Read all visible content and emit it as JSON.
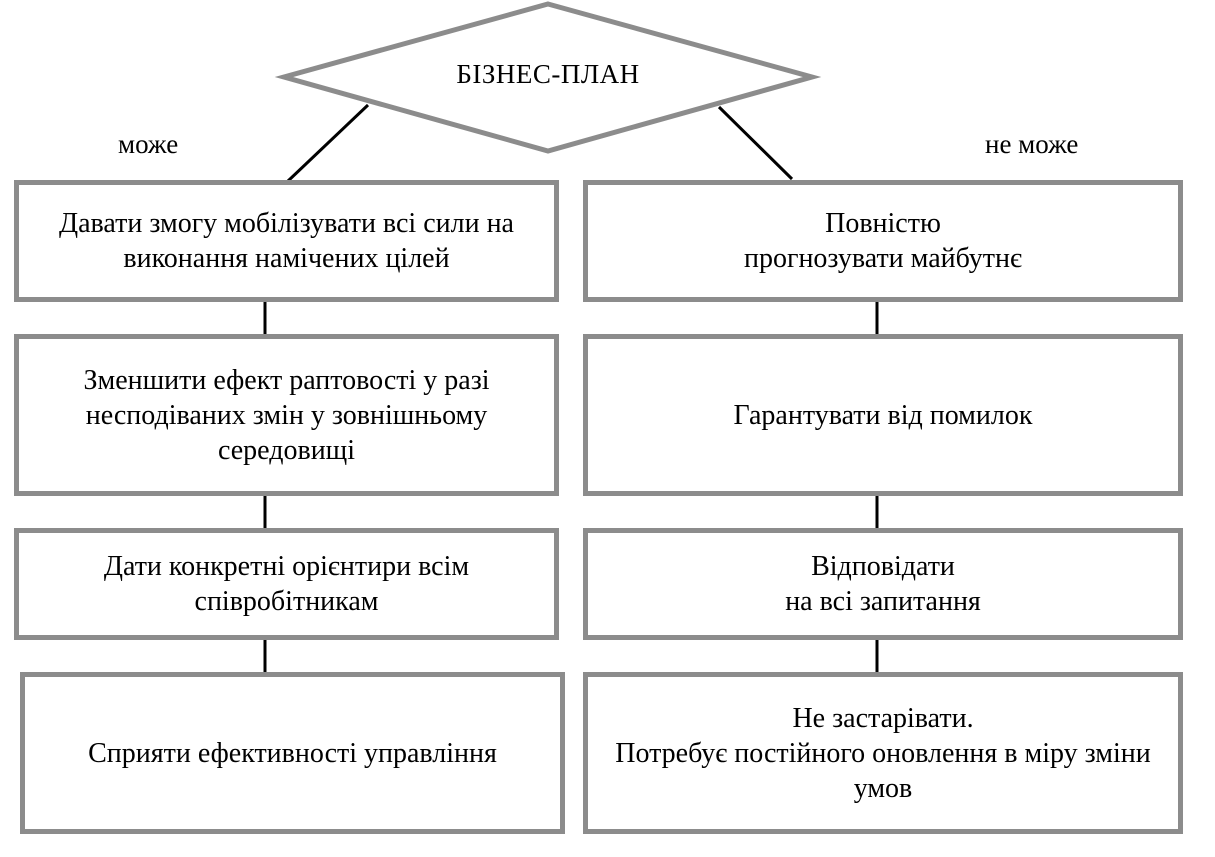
{
  "diagram": {
    "title": "БІЗНЕС-ПЛАН",
    "left_branch": {
      "label": "може",
      "items": [
        "Давати змогу мобілізувати всі сили на виконання намічених цілей",
        "Зменшити ефект раптовості у разі несподіваних змін у зовнішньому середовищі",
        "Дати конкретні орієнтири всім співробітникам",
        "Сприяти ефективності управління"
      ]
    },
    "right_branch": {
      "label": "не може",
      "items": [
        "Повністю\nпрогнозувати майбутнє",
        "Гарантувати від помилок",
        "Відповідати\nна всі запитання",
        "Не застарівати.\nПотребує постійного оновлення в міру зміни умов"
      ]
    },
    "colors": {
      "box_border": "#8c8c8c",
      "diamond_border": "#8c8c8c",
      "connector": "#000000",
      "text": "#000000"
    }
  }
}
